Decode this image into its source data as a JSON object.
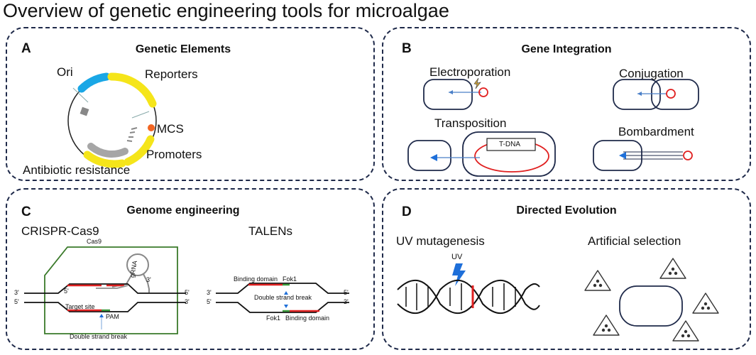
{
  "title": "Overview of genetic engineering tools for microalgae",
  "panel_a": {
    "letter": "A",
    "heading": "Genetic Elements",
    "labels": {
      "ori": "Ori",
      "reporters": "Reporters",
      "mcs": "MCS",
      "promoters": "Promoters",
      "antibiotic": "Antibiotic resistance"
    },
    "colors": {
      "ori": "#1aa7e6",
      "reporters": "#f5e51a",
      "mcs": "#f26522",
      "promoters": "#f5e51a",
      "gray": "#a6a6a6"
    }
  },
  "panel_b": {
    "letter": "B",
    "heading": "Gene Integration",
    "labels": {
      "electroporation": "Electroporation",
      "conjugation": "Conjugation",
      "transposition": "Transposition",
      "bombardment": "Bombardment",
      "tdna": "T-DNA"
    }
  },
  "panel_c": {
    "letter": "C",
    "heading": "Genome engineering",
    "crispr": {
      "title": "CRISPR-Cas9",
      "cas9": "Cas9",
      "grna": "gRNA",
      "three_prime": "3'",
      "five_prime": "5'",
      "target_site": "Target site",
      "pam": "PAM",
      "dsb": "Double strand break"
    },
    "talens": {
      "title": "TALENs",
      "binding_domain": "Binding domain",
      "fok1": "Fok1",
      "dsb": "Double strand break",
      "three_prime": "3'",
      "five_prime": "5'"
    }
  },
  "panel_d": {
    "letter": "D",
    "heading": "Directed Evolution",
    "uv_title": "UV mutagenesis",
    "uv": "UV",
    "selection_title": "Artificial selection",
    "colors": {
      "lightning": "#1e6fd9",
      "mutation": "#e02020"
    }
  }
}
